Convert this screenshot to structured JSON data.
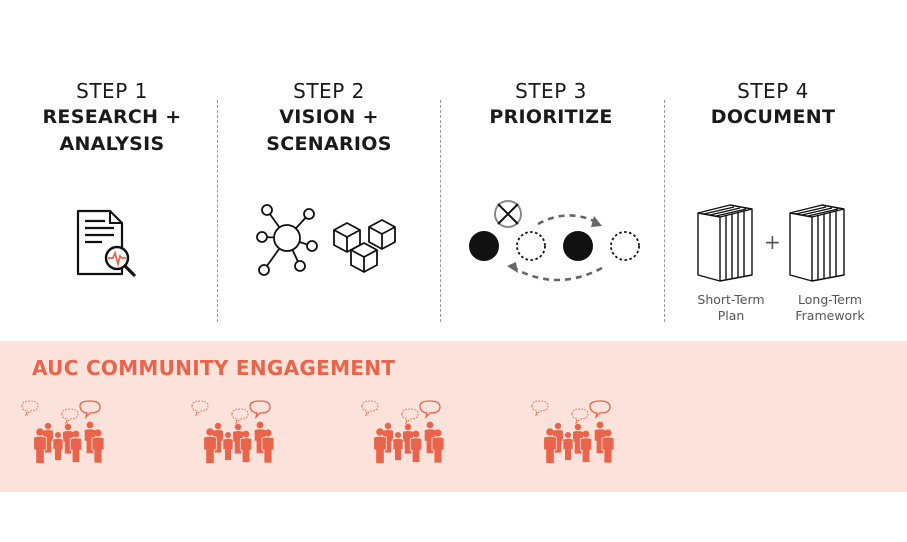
{
  "steps": [
    {
      "label": "STEP 1",
      "title_line1": "RESEARCH +",
      "title_line2": "ANALYSIS",
      "icon": "document-search-icon"
    },
    {
      "label": "STEP 2",
      "title_line1": "VISION +",
      "title_line2": "SCENARIOS",
      "icon": "network-cubes-icon"
    },
    {
      "label": "STEP 3",
      "title_line1": "PRIORITIZE",
      "title_line2": "",
      "icon": "prioritize-dots-icon"
    },
    {
      "label": "STEP 4",
      "title_line1": "DOCUMENT",
      "title_line2": "",
      "icon": "books-icon"
    }
  ],
  "documents": {
    "plus": "+",
    "short_term": {
      "line1": "Short-Term",
      "line2": "Plan"
    },
    "long_term": {
      "line1": "Long-Term",
      "line2": "Framework"
    }
  },
  "engagement": {
    "title": "AUC COMMUNITY ENGAGEMENT",
    "color": "#e9644a",
    "band_color": "#fbe2da",
    "group_count": 4
  }
}
